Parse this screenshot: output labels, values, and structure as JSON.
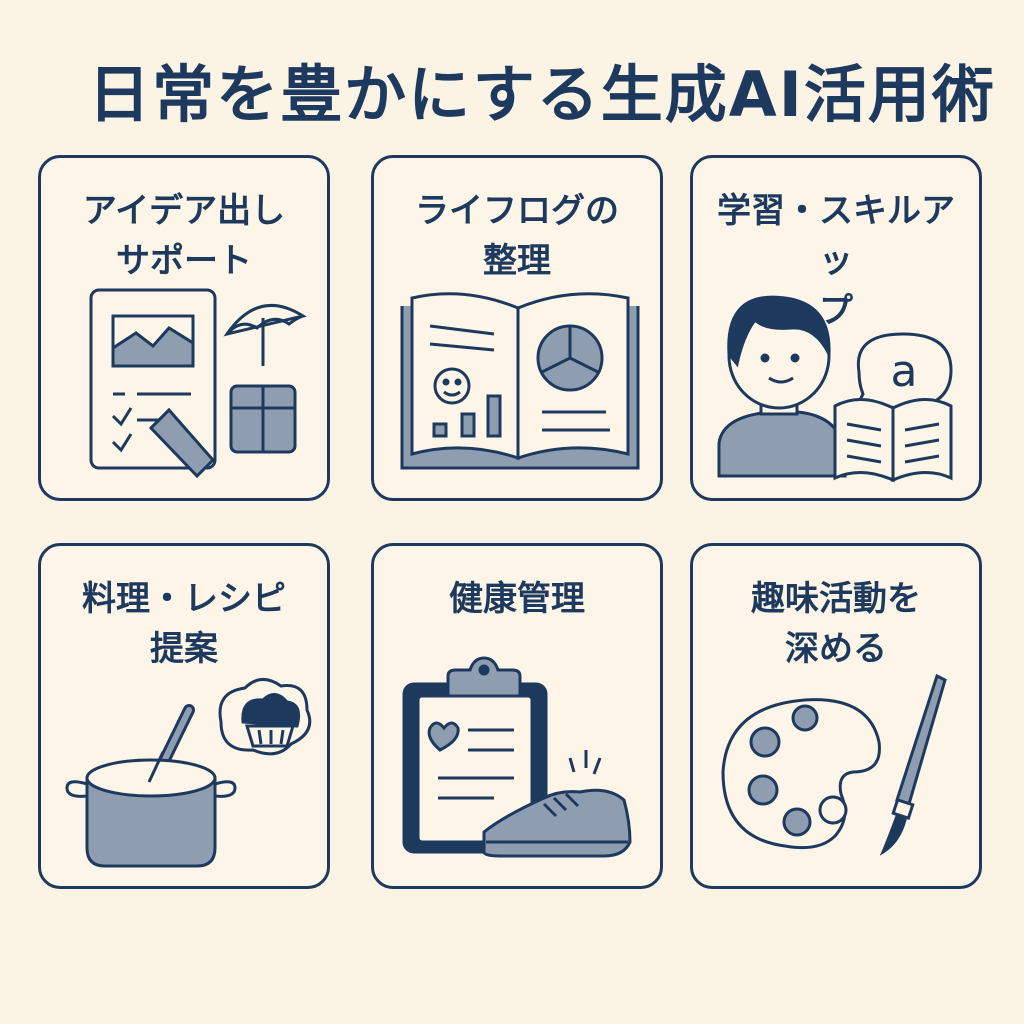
{
  "title": "日常を豊かにする生成AI活用術",
  "colors": {
    "navy": "#1d3a5e",
    "slate": "#8e9eb0",
    "background": "#fbf3e4"
  },
  "cards": [
    {
      "label": "アイデア出し\nサポート",
      "icons": [
        "document-chart-icon",
        "umbrella-icon",
        "gift-box-icon",
        "pencil-icon"
      ]
    },
    {
      "label": "ライフログの\n整理",
      "icons": [
        "open-notebook-icon",
        "smiley-icon",
        "pie-chart-icon",
        "bar-chart-icon"
      ]
    },
    {
      "label": "学習・スキルアッ\nプ",
      "icons": [
        "person-icon",
        "speech-bubble-icon",
        "open-book-icon"
      ]
    },
    {
      "label": "料理・レシピ\n提案",
      "icons": [
        "cooking-pot-icon",
        "thought-bubble-icon",
        "muffin-icon"
      ]
    },
    {
      "label": "健康管理",
      "icons": [
        "clipboard-icon",
        "heart-icon",
        "sneaker-icon"
      ]
    },
    {
      "label": "趣味活動を\n深める",
      "icons": [
        "paint-palette-icon",
        "paintbrush-icon"
      ]
    }
  ],
  "speech_bubble_letter": "a"
}
